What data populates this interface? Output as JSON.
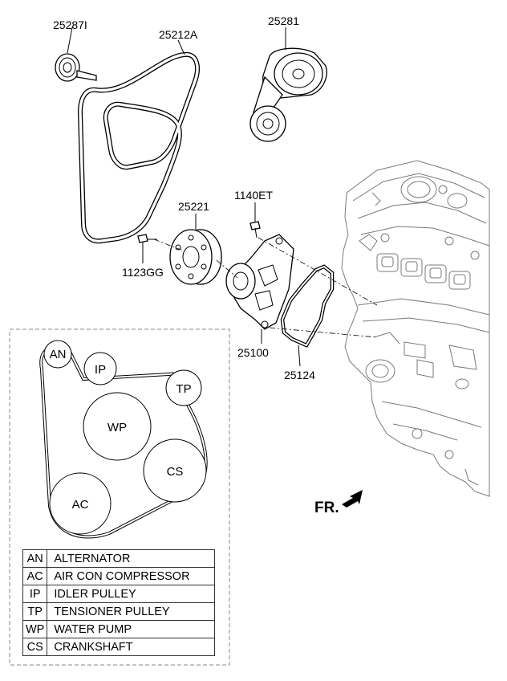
{
  "part_labels": {
    "p25287I": "25287I",
    "p25212A": "25212A",
    "p25281": "25281",
    "p25221": "25221",
    "p1140ET": "1140ET",
    "p1123GG": "1123GG",
    "p25100": "25100",
    "p25124": "25124"
  },
  "belt_routing": {
    "AN": "AN",
    "IP": "IP",
    "TP": "TP",
    "WP": "WP",
    "CS": "CS",
    "AC": "AC"
  },
  "front_indicator": "FR.",
  "legend": [
    {
      "code": "AN",
      "description": "ALTERNATOR"
    },
    {
      "code": "AC",
      "description": "AIR CON COMPRESSOR"
    },
    {
      "code": "IP",
      "description": "IDLER PULLEY"
    },
    {
      "code": "TP",
      "description": "TENSIONER PULLEY"
    },
    {
      "code": "WP",
      "description": "WATER PUMP"
    },
    {
      "code": "CS",
      "description": "CRANKSHAFT"
    }
  ]
}
